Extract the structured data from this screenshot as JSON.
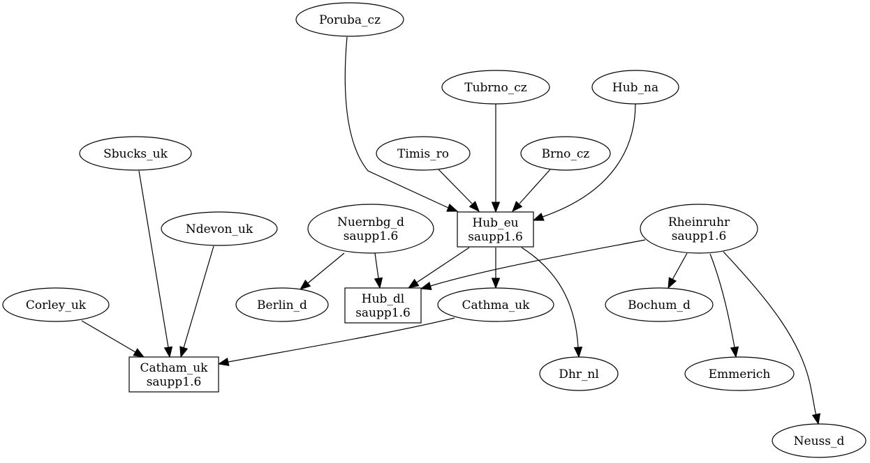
{
  "diagram": {
    "type": "directed-graph",
    "nodes": [
      {
        "id": "Poruba_cz",
        "lines": [
          "Poruba_cz"
        ],
        "shape": "ellipse"
      },
      {
        "id": "Tubrno_cz",
        "lines": [
          "Tubrno_cz"
        ],
        "shape": "ellipse"
      },
      {
        "id": "Hub_na",
        "lines": [
          "Hub_na"
        ],
        "shape": "ellipse"
      },
      {
        "id": "Sbucks_uk",
        "lines": [
          "Sbucks_uk"
        ],
        "shape": "ellipse"
      },
      {
        "id": "Timis_ro",
        "lines": [
          "Timis_ro"
        ],
        "shape": "ellipse"
      },
      {
        "id": "Brno_cz",
        "lines": [
          "Brno_cz"
        ],
        "shape": "ellipse"
      },
      {
        "id": "Ndevon_uk",
        "lines": [
          "Ndevon_uk"
        ],
        "shape": "ellipse"
      },
      {
        "id": "Nuernbg_d",
        "lines": [
          "Nuernbg_d",
          "saupp1.6"
        ],
        "shape": "ellipse"
      },
      {
        "id": "Hub_eu",
        "lines": [
          "Hub_eu",
          "saupp1.6"
        ],
        "shape": "box"
      },
      {
        "id": "Rheinruhr",
        "lines": [
          "Rheinruhr",
          "saupp1.6"
        ],
        "shape": "ellipse"
      },
      {
        "id": "Corley_uk",
        "lines": [
          "Corley_uk"
        ],
        "shape": "ellipse"
      },
      {
        "id": "Berlin_d",
        "lines": [
          "Berlin_d"
        ],
        "shape": "ellipse"
      },
      {
        "id": "Hub_dl",
        "lines": [
          "Hub_dl",
          "saupp1.6"
        ],
        "shape": "box"
      },
      {
        "id": "Cathma_uk",
        "lines": [
          "Cathma_uk"
        ],
        "shape": "ellipse"
      },
      {
        "id": "Bochum_d",
        "lines": [
          "Bochum_d"
        ],
        "shape": "ellipse"
      },
      {
        "id": "Catham_uk",
        "lines": [
          "Catham_uk",
          "saupp1.6"
        ],
        "shape": "box"
      },
      {
        "id": "Dhr_nl",
        "lines": [
          "Dhr_nl"
        ],
        "shape": "ellipse"
      },
      {
        "id": "Emmerich",
        "lines": [
          "Emmerich"
        ],
        "shape": "ellipse"
      },
      {
        "id": "Neuss_d",
        "lines": [
          "Neuss_d"
        ],
        "shape": "ellipse"
      }
    ],
    "edges": [
      {
        "from": "Poruba_cz",
        "to": "Hub_eu"
      },
      {
        "from": "Tubrno_cz",
        "to": "Hub_eu"
      },
      {
        "from": "Timis_ro",
        "to": "Hub_eu"
      },
      {
        "from": "Brno_cz",
        "to": "Hub_eu"
      },
      {
        "from": "Hub_na",
        "to": "Hub_eu"
      },
      {
        "from": "Sbucks_uk",
        "to": "Catham_uk"
      },
      {
        "from": "Ndevon_uk",
        "to": "Catham_uk"
      },
      {
        "from": "Corley_uk",
        "to": "Catham_uk"
      },
      {
        "from": "Cathma_uk",
        "to": "Catham_uk"
      },
      {
        "from": "Nuernbg_d",
        "to": "Berlin_d"
      },
      {
        "from": "Nuernbg_d",
        "to": "Hub_dl"
      },
      {
        "from": "Hub_eu",
        "to": "Hub_dl"
      },
      {
        "from": "Rheinruhr",
        "to": "Hub_dl"
      },
      {
        "from": "Hub_eu",
        "to": "Cathma_uk"
      },
      {
        "from": "Hub_eu",
        "to": "Dhr_nl"
      },
      {
        "from": "Rheinruhr",
        "to": "Bochum_d"
      },
      {
        "from": "Rheinruhr",
        "to": "Emmerich"
      },
      {
        "from": "Rheinruhr",
        "to": "Neuss_d"
      }
    ]
  }
}
